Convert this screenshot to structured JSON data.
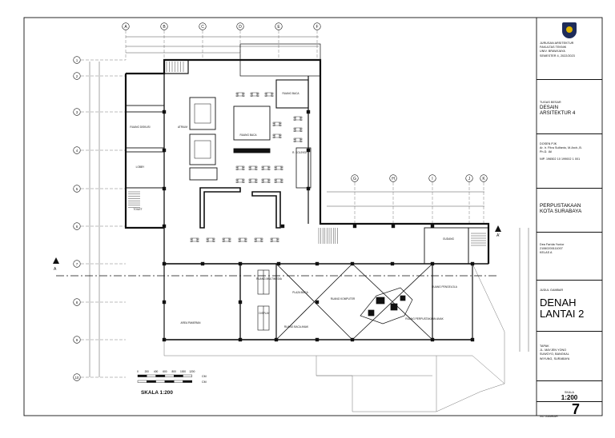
{
  "title_block": {
    "institution": [
      "JURUSAN ARSITEKTUR",
      "FAKULTAS TEKNIK",
      "UNIV. BRAWIJAYA",
      "SEMESTER 4, 2022/2023"
    ],
    "course_label": "TUGAS BESAR",
    "course_title": [
      "DESAIN",
      "ARSITEKTUR 4"
    ],
    "lecturer_label": "DOSEN PJK",
    "lecturer_name": [
      "Ar. Ir. Fitra Sulfanto, M.Arch.,B.",
      "Ph.D. IAI"
    ],
    "lecturer_nip": "NIP.  196502 10 199002 1 001",
    "project_name": [
      "PERPUSTAKAAN",
      "KOTA SURABAYA"
    ],
    "student": [
      "Dea Farida Yunior",
      "21060200111007",
      "KELAS A"
    ],
    "drawing_label": "JUDUL GAMBAR",
    "drawing_title": [
      "DENAH",
      "LANTAI 2"
    ],
    "site_label": "TAPAK",
    "site_text": [
      "JL. MAYJEN YONO",
      "SUWOYO, BANGKAL",
      "WIYUNG, SURABAYA"
    ],
    "scale_label": "SKALA",
    "scale_value": "1:200",
    "sheet_no_label": "NO GAMBAR",
    "sheet_no": "7"
  },
  "plan": {
    "scale_caption": "SKALA 1:200",
    "scale_ticks": [
      "0",
      "200",
      "400",
      "600",
      "800",
      "1000",
      "1200"
    ],
    "scale_unit": "CM",
    "grid_top": [
      "A",
      "B",
      "C",
      "D",
      "E",
      "F"
    ],
    "grid_right_top": [
      "G",
      "H",
      "I",
      "J",
      "K"
    ],
    "grid_left": [
      "1",
      "2",
      "3",
      "4",
      "5",
      "6",
      "7",
      "8",
      "9",
      "10"
    ],
    "section_mark": "A",
    "section_mark_right": "A'",
    "room_labels": [
      "ATRIUM",
      "RUANG BACA",
      "RUANG BACA",
      "R. KOLEKSI",
      "RUANG DISKUSI",
      "AREA PAMERAN",
      "RUANG PERPUSTAKAAN ANAK",
      "PLAZA BACA",
      "RUANG KOMPUTER",
      "RUANG MULTIMEDIA",
      "DISPLAY",
      "RUANG PENGELOLA",
      "LOBBY",
      "TOILET",
      "GUDANG",
      "RUANG BACA ANAK"
    ]
  },
  "colors": {
    "line": "#111111",
    "paper": "#ffffff",
    "gray": "#c8c8c8"
  }
}
